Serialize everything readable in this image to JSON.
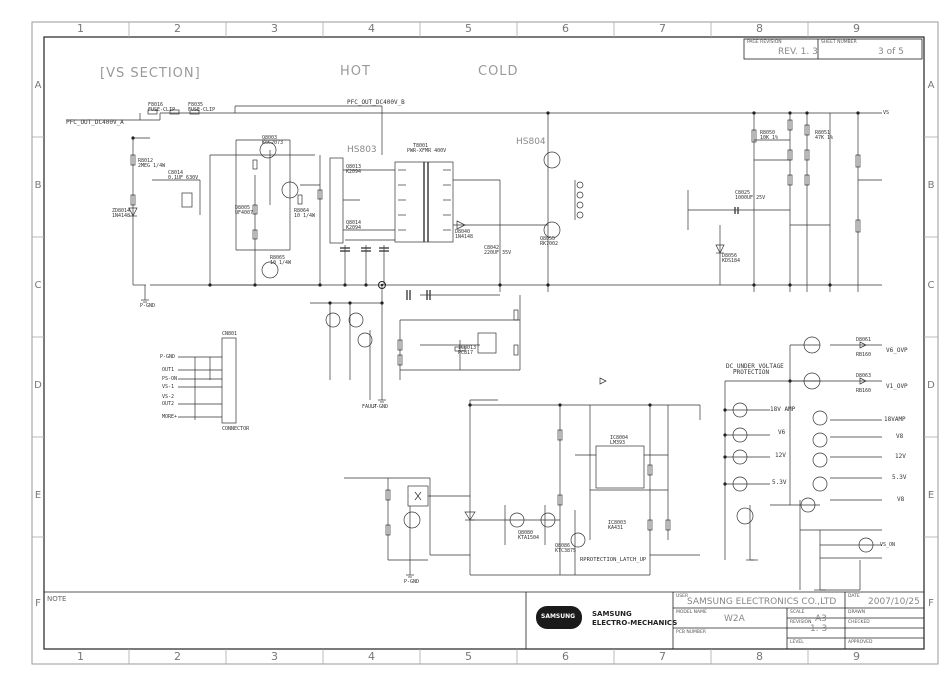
{
  "frame": {
    "columns": [
      "1",
      "2",
      "3",
      "4",
      "5",
      "6",
      "7",
      "8",
      "9"
    ],
    "rows": [
      "A",
      "B",
      "C",
      "D",
      "E",
      "F"
    ]
  },
  "sections": {
    "vs_section": "[VS SECTION]",
    "hot": "HOT",
    "cold": "COLD",
    "hs803": "HS803",
    "hs804": "HS804"
  },
  "nets": {
    "pfc_out_a": "PFC_OUT_DC400V_A",
    "pfc_out_b": "PFC_OUT_DC400V_B",
    "dc_under": "DC_UNDER_VOLTAGE",
    "protection": "PROTECTION",
    "v6_ovp": "V6_OVP",
    "v12_ovp": "V1_OVP",
    "v18amp": "18V AMP",
    "v6": "V6",
    "v12": "12V",
    "v5_3": "5.3V",
    "v8": "V8",
    "latch_up": "RPROTECTION_LATCH_UP",
    "pgnd": "P-GND",
    "fault": "FAULT",
    "vs_dc": "VS",
    "vs_on": "VS_ON",
    "v18amp_r": "18VAMP",
    "v12_r": "12V",
    "v5_3_r": "5.3V",
    "v8_r": "V8"
  },
  "components": [
    {
      "ref": "F8016",
      "val": "FUSE-CLIP"
    },
    {
      "ref": "F8035",
      "val": "FUSE-CLIP"
    },
    {
      "ref": "R8012",
      "val": "2MEG 1/4W"
    },
    {
      "ref": "C8014",
      "val": "0.1UF 630V"
    },
    {
      "ref": "ZD8014",
      "val": "1N4148"
    },
    {
      "ref": "Q8003",
      "val": "KSC2073"
    },
    {
      "ref": "D8005",
      "val": "UF4007"
    },
    {
      "ref": "Q8013",
      "val": "K2094"
    },
    {
      "ref": "Q8014",
      "val": "K2094"
    },
    {
      "ref": "R8064",
      "val": "10 1/4W"
    },
    {
      "ref": "R8065",
      "val": "10 1/4W"
    },
    {
      "ref": "T8001",
      "val": "PWR-XFMR 400V"
    },
    {
      "ref": "IC8013",
      "val": "PC817"
    },
    {
      "ref": "C8042",
      "val": "220UF 35V"
    },
    {
      "ref": "D8040",
      "val": "1N4148"
    },
    {
      "ref": "Q8055",
      "val": "RK7002"
    },
    {
      "ref": "C8025",
      "val": "1000UF 25V"
    },
    {
      "ref": "R8050",
      "val": "10K 1%"
    },
    {
      "ref": "R8051",
      "val": "47K 1%"
    },
    {
      "ref": "D8056",
      "val": "KDS184"
    },
    {
      "ref": "IC8004",
      "val": "LM393"
    },
    {
      "ref": "IC8003",
      "val": "KA431"
    },
    {
      "ref": "Q8080",
      "val": "KTA1504"
    },
    {
      "ref": "Q8086",
      "val": "KTC3875"
    },
    {
      "ref": "D8061",
      "val": "RB160"
    },
    {
      "ref": "D8063",
      "val": "RB160"
    },
    {
      "ref": "CN801",
      "val": "CONNECTOR"
    }
  ],
  "connector_pins": [
    "P-GND",
    "OUT1",
    "PS-ON",
    "VS-1",
    "VS-2",
    "OUT2",
    "MORE+"
  ],
  "title_block": {
    "page_revision_label": "PAGE REVISION",
    "page_revision": "REV. 1. 3",
    "sheet_number_label": "SHEET NUMBER",
    "sheet_number": "3 of 5",
    "note_label": "NOTE",
    "company_mark": "SAMSUNG",
    "company_line1": "SAMSUNG",
    "company_line2": "ELECTRO-MECHANICS",
    "user_label": "USER",
    "user": "SAMSUNG ELECTRONICS CO.,LTD",
    "date_label": "DATE",
    "date": "2007/10/25",
    "model_label": "MODEL NAME",
    "model": "W2A",
    "scale_label": "SCALE",
    "scale": "A3",
    "drawn_label": "DRAWN",
    "revision_label": "REVISION",
    "revision": "1. 3",
    "checked_label": "CHECKED",
    "pcb_label": "PCB NUMBER",
    "level_label": "LEVEL",
    "approved_label": "APPROVED"
  }
}
